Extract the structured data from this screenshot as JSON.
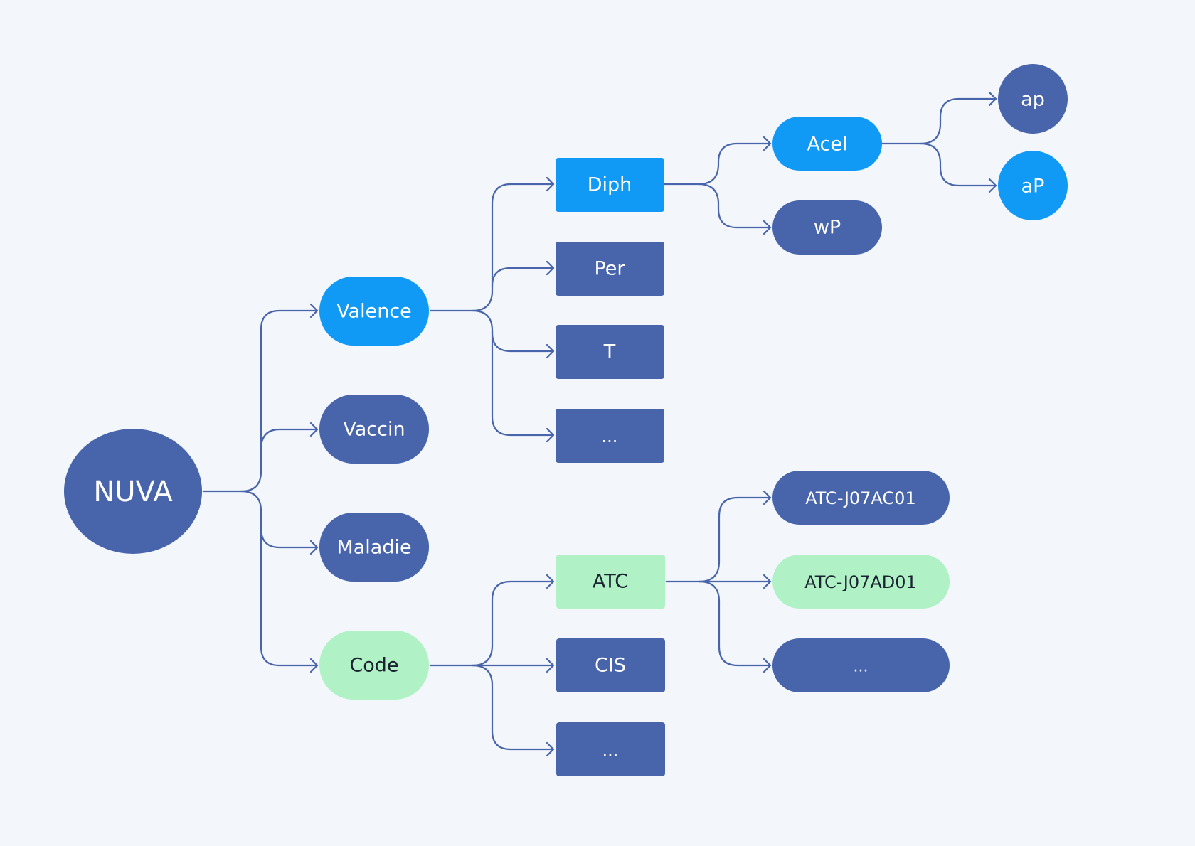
{
  "colors": {
    "background": "#f3f7fc",
    "navy": "#4864aa",
    "blue": "#109af6",
    "green": "#b0f2c6",
    "edge": "#4864aa",
    "light_text": "#ffffff",
    "dark_text": "#1b2230"
  },
  "root": {
    "id": "nuva",
    "label": "NUVA",
    "style": "navy"
  },
  "level1": [
    {
      "id": "valence",
      "label": "Valence",
      "style": "blue"
    },
    {
      "id": "vaccin",
      "label": "Vaccin",
      "style": "navy"
    },
    {
      "id": "maladie",
      "label": "Maladie",
      "style": "navy"
    },
    {
      "id": "code",
      "label": "Code",
      "style": "green"
    }
  ],
  "level2": [
    {
      "id": "diph",
      "label": "Diph",
      "style": "blue",
      "parent": "valence"
    },
    {
      "id": "per",
      "label": "Per",
      "style": "navy",
      "parent": "valence"
    },
    {
      "id": "t",
      "label": "T",
      "style": "navy",
      "parent": "valence"
    },
    {
      "id": "valence-more",
      "label": "...",
      "style": "navy",
      "parent": "valence"
    },
    {
      "id": "atc",
      "label": "ATC",
      "style": "green",
      "parent": "code"
    },
    {
      "id": "cis",
      "label": "CIS",
      "style": "navy",
      "parent": "code"
    },
    {
      "id": "code-more",
      "label": "...",
      "style": "navy",
      "parent": "code"
    }
  ],
  "level3": [
    {
      "id": "acel",
      "label": "Acel",
      "style": "blue",
      "parent": "diph"
    },
    {
      "id": "wp",
      "label": "wP",
      "style": "navy",
      "parent": "diph"
    },
    {
      "id": "atc-j07ac01",
      "label": "ATC-J07AC01",
      "style": "navy",
      "parent": "atc"
    },
    {
      "id": "atc-j07ad01",
      "label": "ATC-J07AD01",
      "style": "green",
      "parent": "atc"
    },
    {
      "id": "atc-more",
      "label": "...",
      "style": "navy",
      "parent": "atc"
    }
  ],
  "level4": [
    {
      "id": "ap-lower",
      "label": "ap",
      "style": "navy",
      "parent": "acel"
    },
    {
      "id": "ap-upper",
      "label": "aP",
      "style": "blue",
      "parent": "acel"
    }
  ]
}
